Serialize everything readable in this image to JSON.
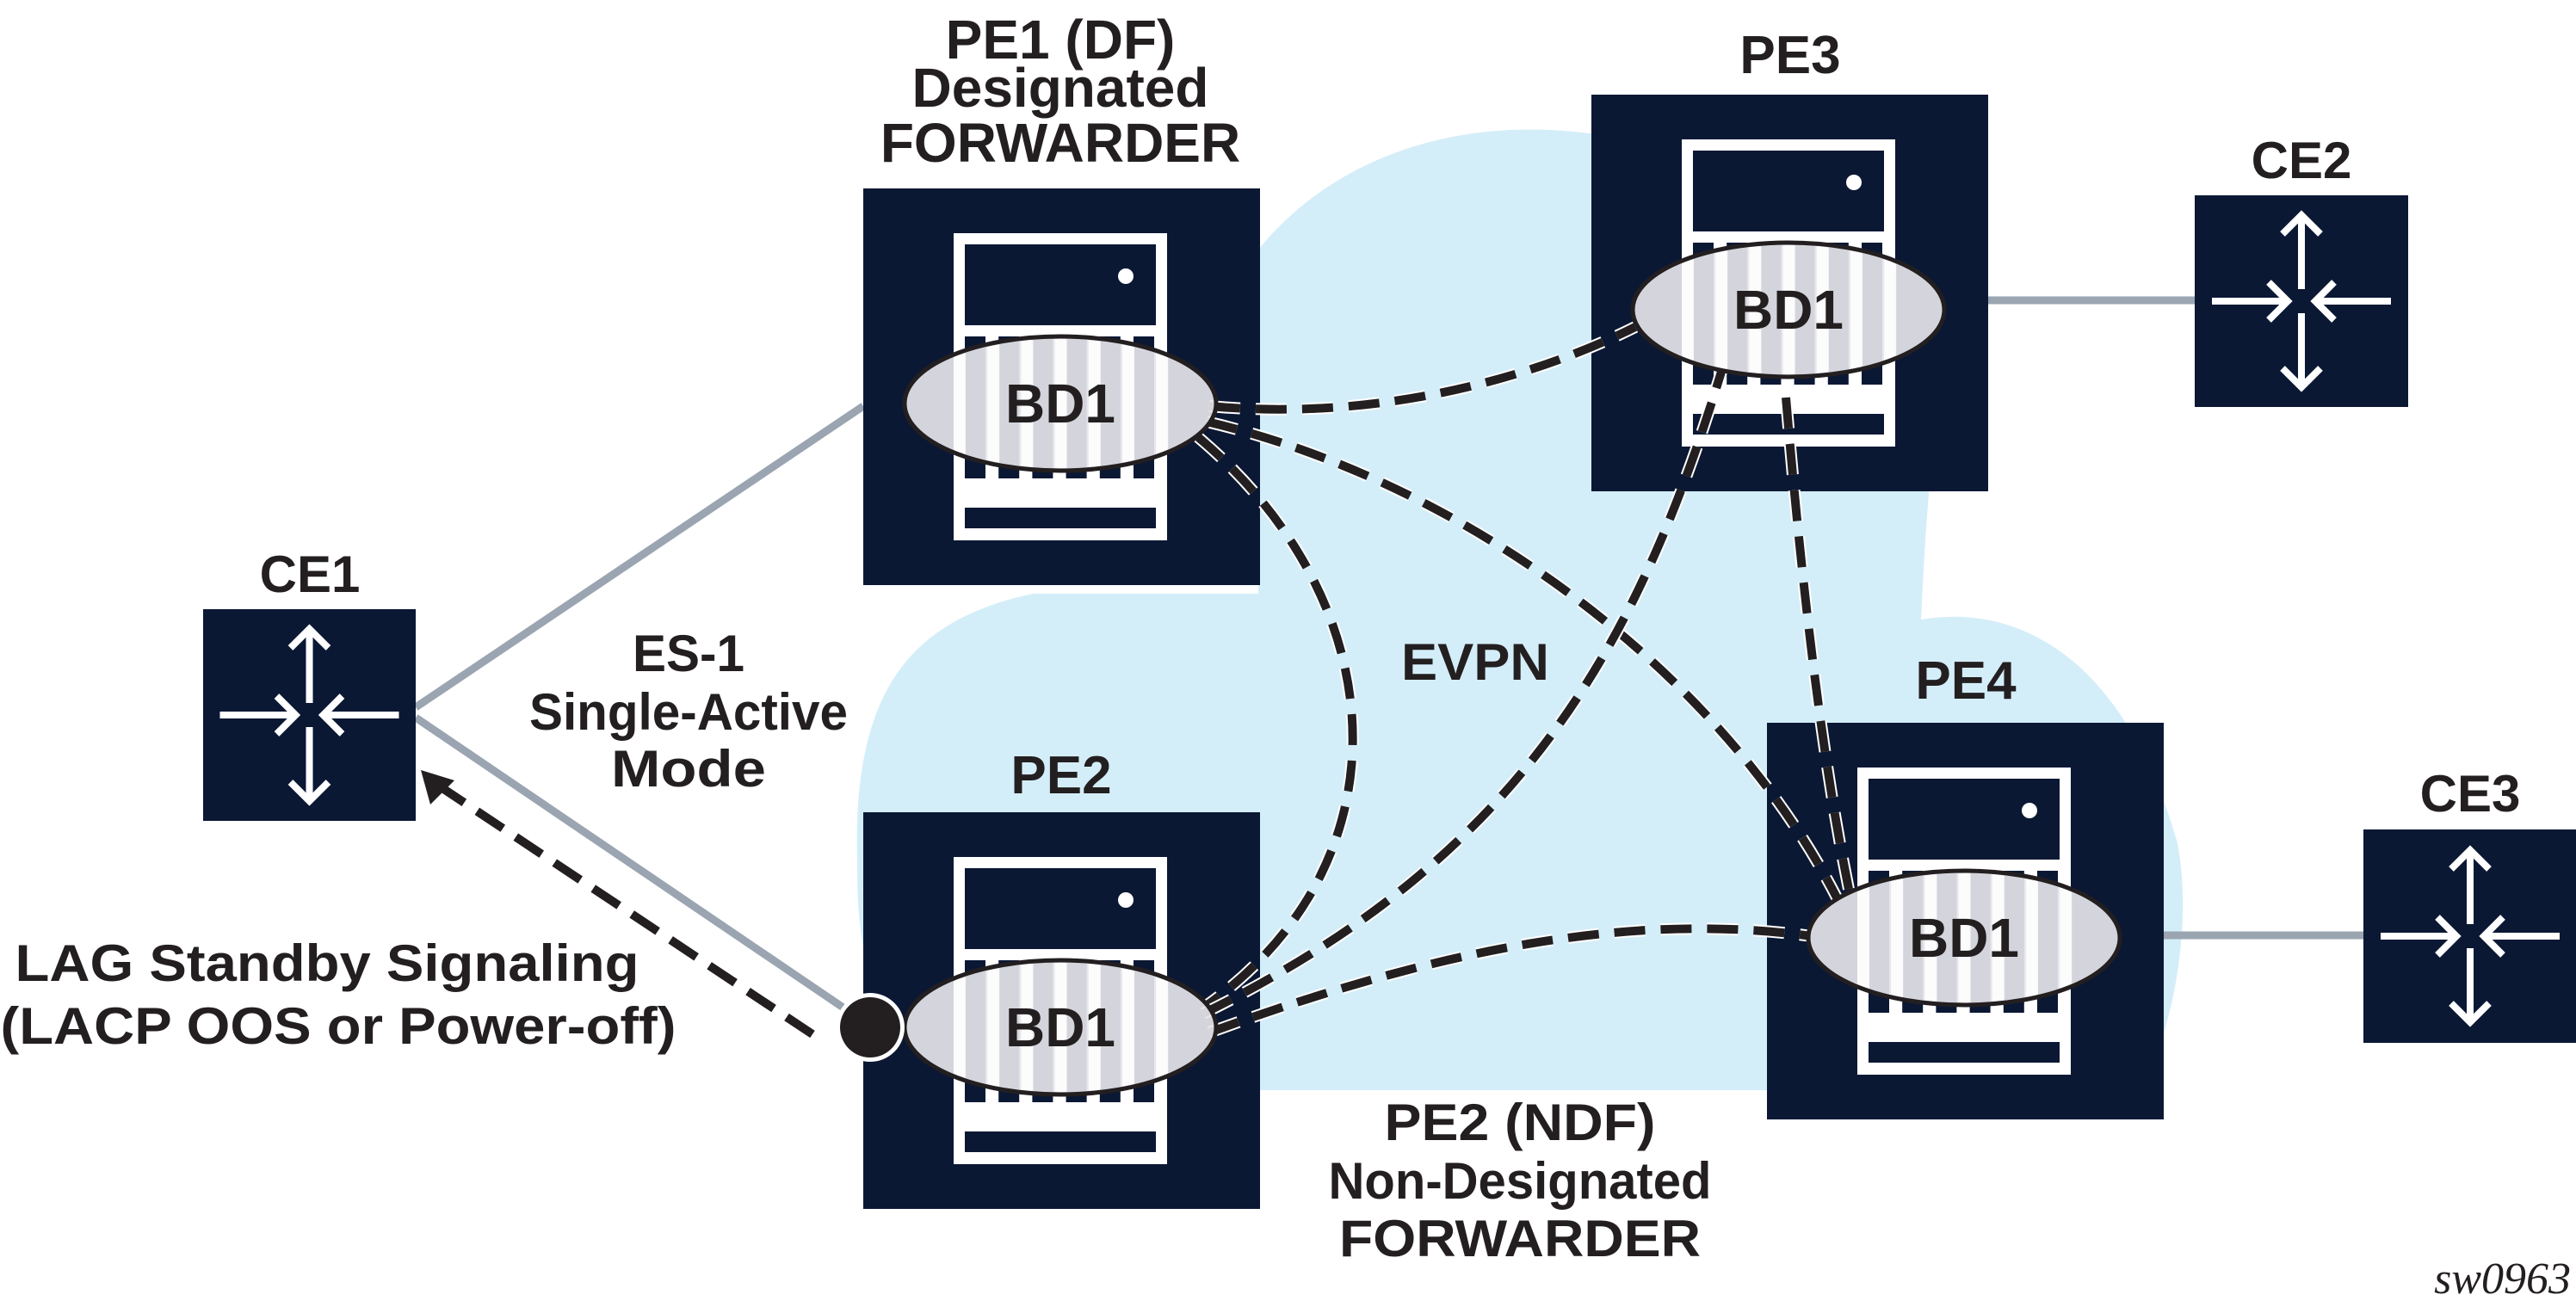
{
  "figure": {
    "id_label": "sw0963",
    "colors": {
      "device_fill": "#0b1834",
      "cloud_fill": "#d4eef9",
      "bd_fill": "#e6e6ea",
      "bd_stroke": "#231f20",
      "text": "#231f20",
      "access_link": "#9aa5b1",
      "evpn_dash": "#231f20",
      "white": "#ffffff"
    }
  },
  "cloud": {
    "label": "EVPN"
  },
  "devices": {
    "pe1": {
      "label_lines": [
        "PE1 (DF)",
        "Designated",
        "FORWARDER"
      ],
      "bd": "BD1",
      "role": "Designated Forwarder"
    },
    "pe2": {
      "label": "PE2",
      "bd": "BD1",
      "role": "Non-Designated Forwarder"
    },
    "pe3": {
      "label": "PE3",
      "bd": "BD1"
    },
    "pe4": {
      "label": "PE4",
      "bd": "BD1"
    },
    "ce1": {
      "label": "CE1"
    },
    "ce2": {
      "label": "CE2"
    },
    "ce3": {
      "label": "CE3"
    }
  },
  "annotations": {
    "es": [
      "ES-1",
      "Single-Active",
      "Mode"
    ],
    "lag": [
      "LAG Standby Signaling",
      "(LACP OOS or Power-off)"
    ],
    "ndf": [
      "PE2 (NDF)",
      "Non-Designated",
      "FORWARDER"
    ]
  },
  "links": {
    "access": [
      {
        "from": "CE1",
        "to": "PE1"
      },
      {
        "from": "CE1",
        "to": "PE2"
      },
      {
        "from": "PE3",
        "to": "CE2"
      },
      {
        "from": "PE4",
        "to": "CE3"
      }
    ],
    "evpn": [
      {
        "from": "PE1",
        "to": "PE3"
      },
      {
        "from": "PE1",
        "to": "PE4"
      },
      {
        "from": "PE1",
        "to": "PE2"
      },
      {
        "from": "PE2",
        "to": "PE3"
      },
      {
        "from": "PE2",
        "to": "PE4"
      },
      {
        "from": "PE3",
        "to": "PE4"
      }
    ],
    "signaling": {
      "from": "PE2",
      "to": "CE1",
      "style": "dashed-arrow"
    }
  }
}
